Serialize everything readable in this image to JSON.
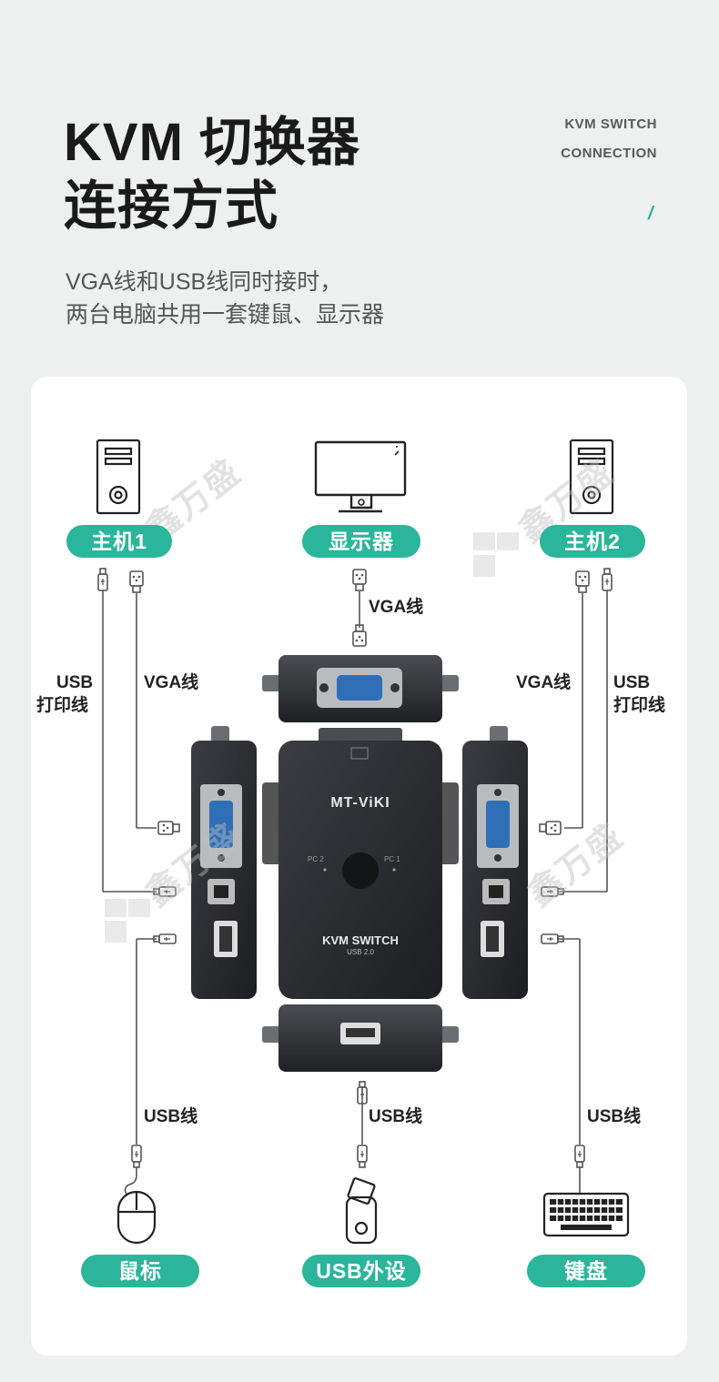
{
  "header": {
    "title_line1": "KVM 切换器",
    "title_line2": "连接方式",
    "tag_line1": "KVM SWITCH",
    "tag_line2": "CONNECTION",
    "tag_mark": "/",
    "subtitle_line1": "VGA线和USB线同时接时，",
    "subtitle_line2": "两台电脑共用一套键鼠、显示器"
  },
  "diagram": {
    "nodes": {
      "pc1": "主机1",
      "monitor": "显示器",
      "pc2": "主机2",
      "mouse": "鼠标",
      "usb_device": "USB外设",
      "keyboard": "键盘"
    },
    "cables": {
      "monitor_vga": "VGA线",
      "pc1_usb_line1": "USB",
      "pc1_usb_line2": "打印线",
      "pc1_vga": "VGA线",
      "pc2_vga": "VGA线",
      "pc2_usb_line1": "USB",
      "pc2_usb_line2": "打印线",
      "mouse_usb": "USB线",
      "device_usb": "USB线",
      "keyboard_usb": "USB线"
    },
    "device": {
      "brand": "MT-ViKI",
      "model": "KVM SWITCH",
      "sub": "USB 2.0",
      "pc2_mark": "PC 2",
      "pc1_mark": "PC 1"
    },
    "watermark": "鑫万盛"
  },
  "colors": {
    "accent": "#2bb59a",
    "background": "#eeefef",
    "card": "#ffffff",
    "device": "#2a2c2f",
    "vga_blue": "#2f6fb8"
  }
}
